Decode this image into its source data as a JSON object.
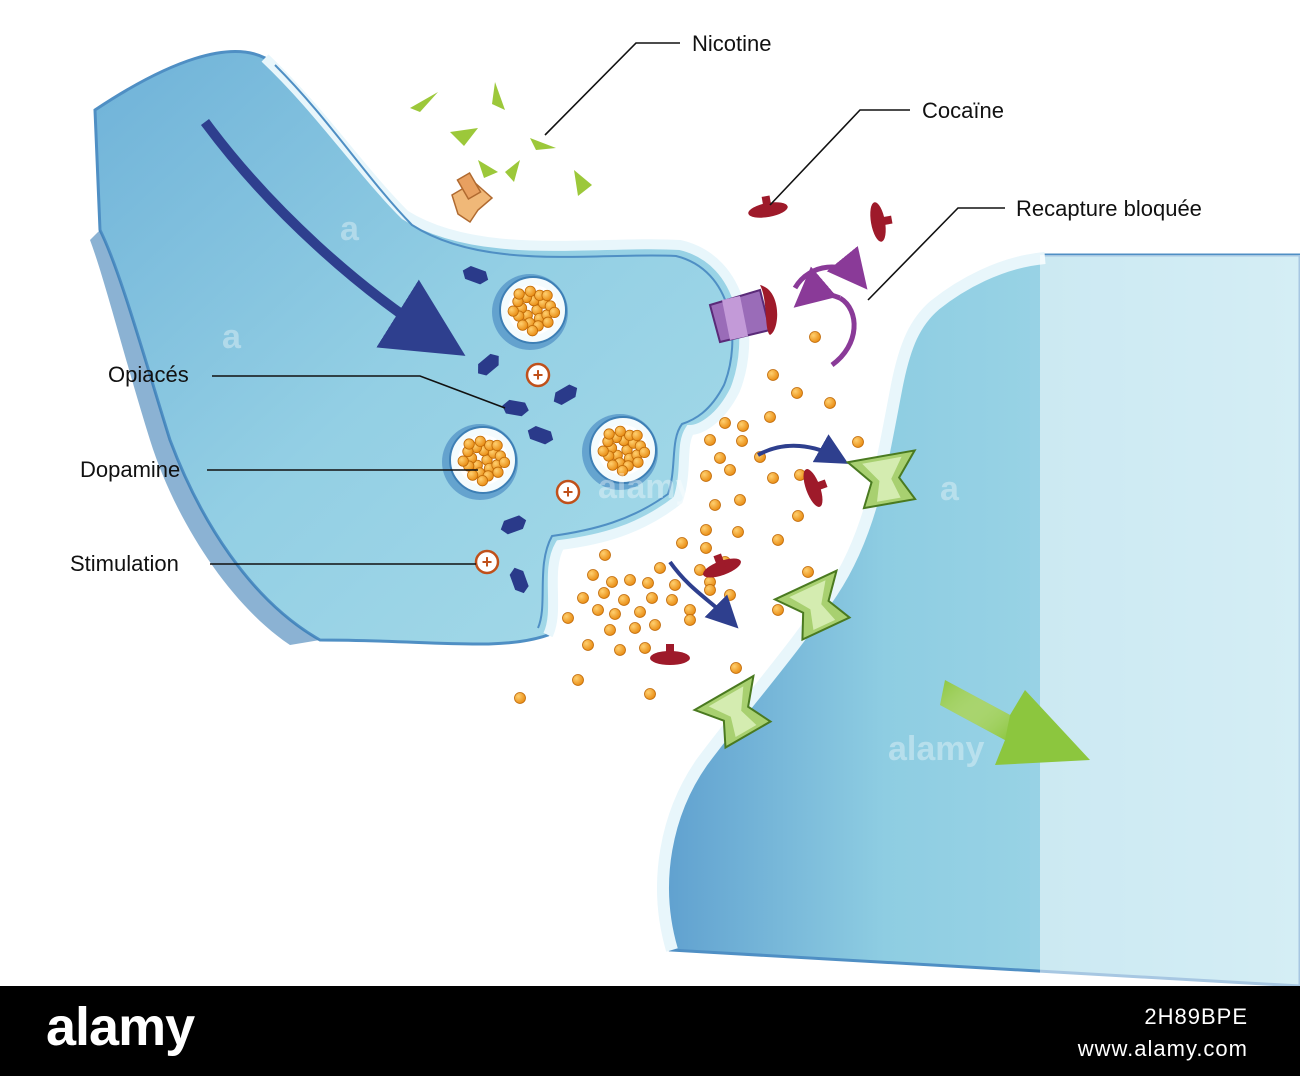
{
  "labels": {
    "nicotine": "Nicotine",
    "cocaine": "Cocaïne",
    "recapture": "Recapture bloquée",
    "opiaces": "Opiacés",
    "dopamine": "Dopamine",
    "stimulation": "Stimulation"
  },
  "plus_sign": "+",
  "watermark": {
    "text": "alamy",
    "letter": "a"
  },
  "footer": {
    "brand": "alamy",
    "image_id": "2H89BPE",
    "site": "www.alamy.com"
  },
  "colors": {
    "neuron_fill": "#8ccbe0",
    "neuron_edge": "#4f8fc4",
    "membrane": "#e8f6fb",
    "dopamine": "#f0a020",
    "opiate": "#2a3a8a",
    "cocaine": "#9e1a2a",
    "nicotine": "#9cc83a",
    "receptor": "#a8d070",
    "transporter": "#8a5aa8",
    "reuptake_arrow": "#8a3a98",
    "flow_arrow": "#2e3f8e",
    "signal_arrow": "#8cc63e"
  },
  "icons": [
    "plus-circle-icon",
    "reuptake-cycle-arrows-icon",
    "signal-out-arrow-icon"
  ]
}
